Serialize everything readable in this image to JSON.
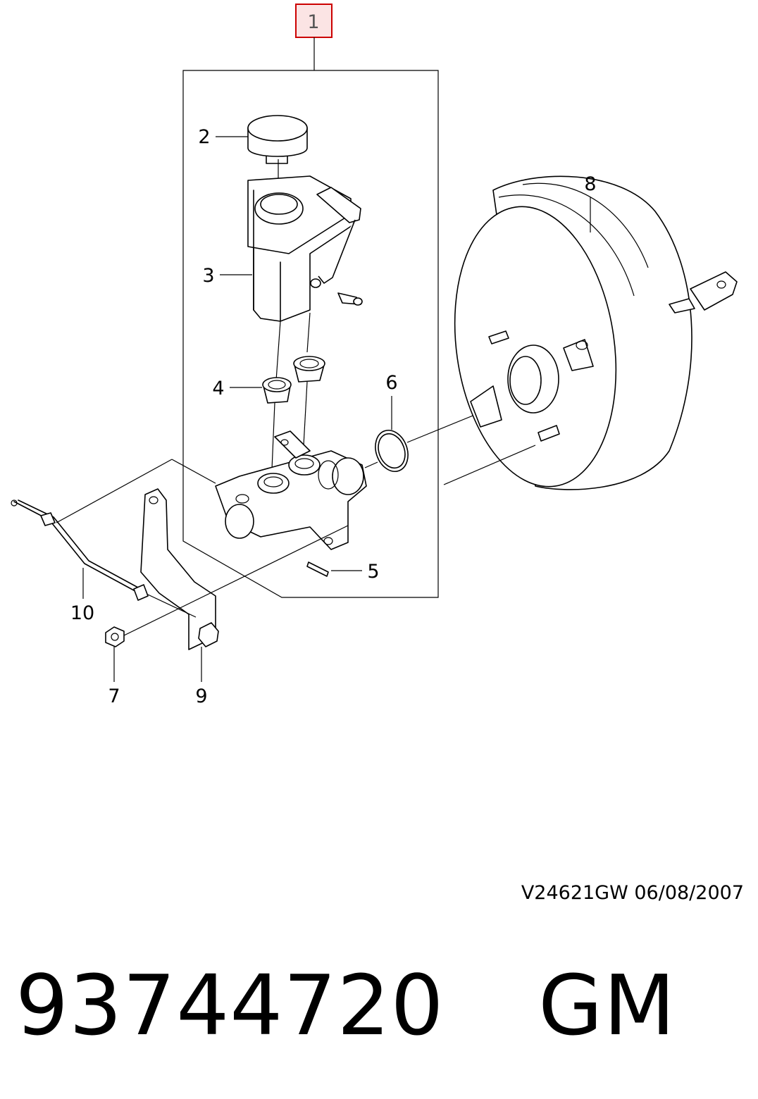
{
  "callouts": {
    "c1": "1",
    "c2": "2",
    "c3": "3",
    "c4": "4",
    "c5": "5",
    "c6": "6",
    "c7": "7",
    "c8": "8",
    "c9": "9",
    "c10": "10"
  },
  "colors": {
    "highlight_border": "#cc0000",
    "highlight_fill": "#fbe4e4",
    "line": "#000000"
  },
  "footer": {
    "reference": "V24621GW  06/08/2007",
    "part_number": "93744720",
    "brand": "GM"
  }
}
